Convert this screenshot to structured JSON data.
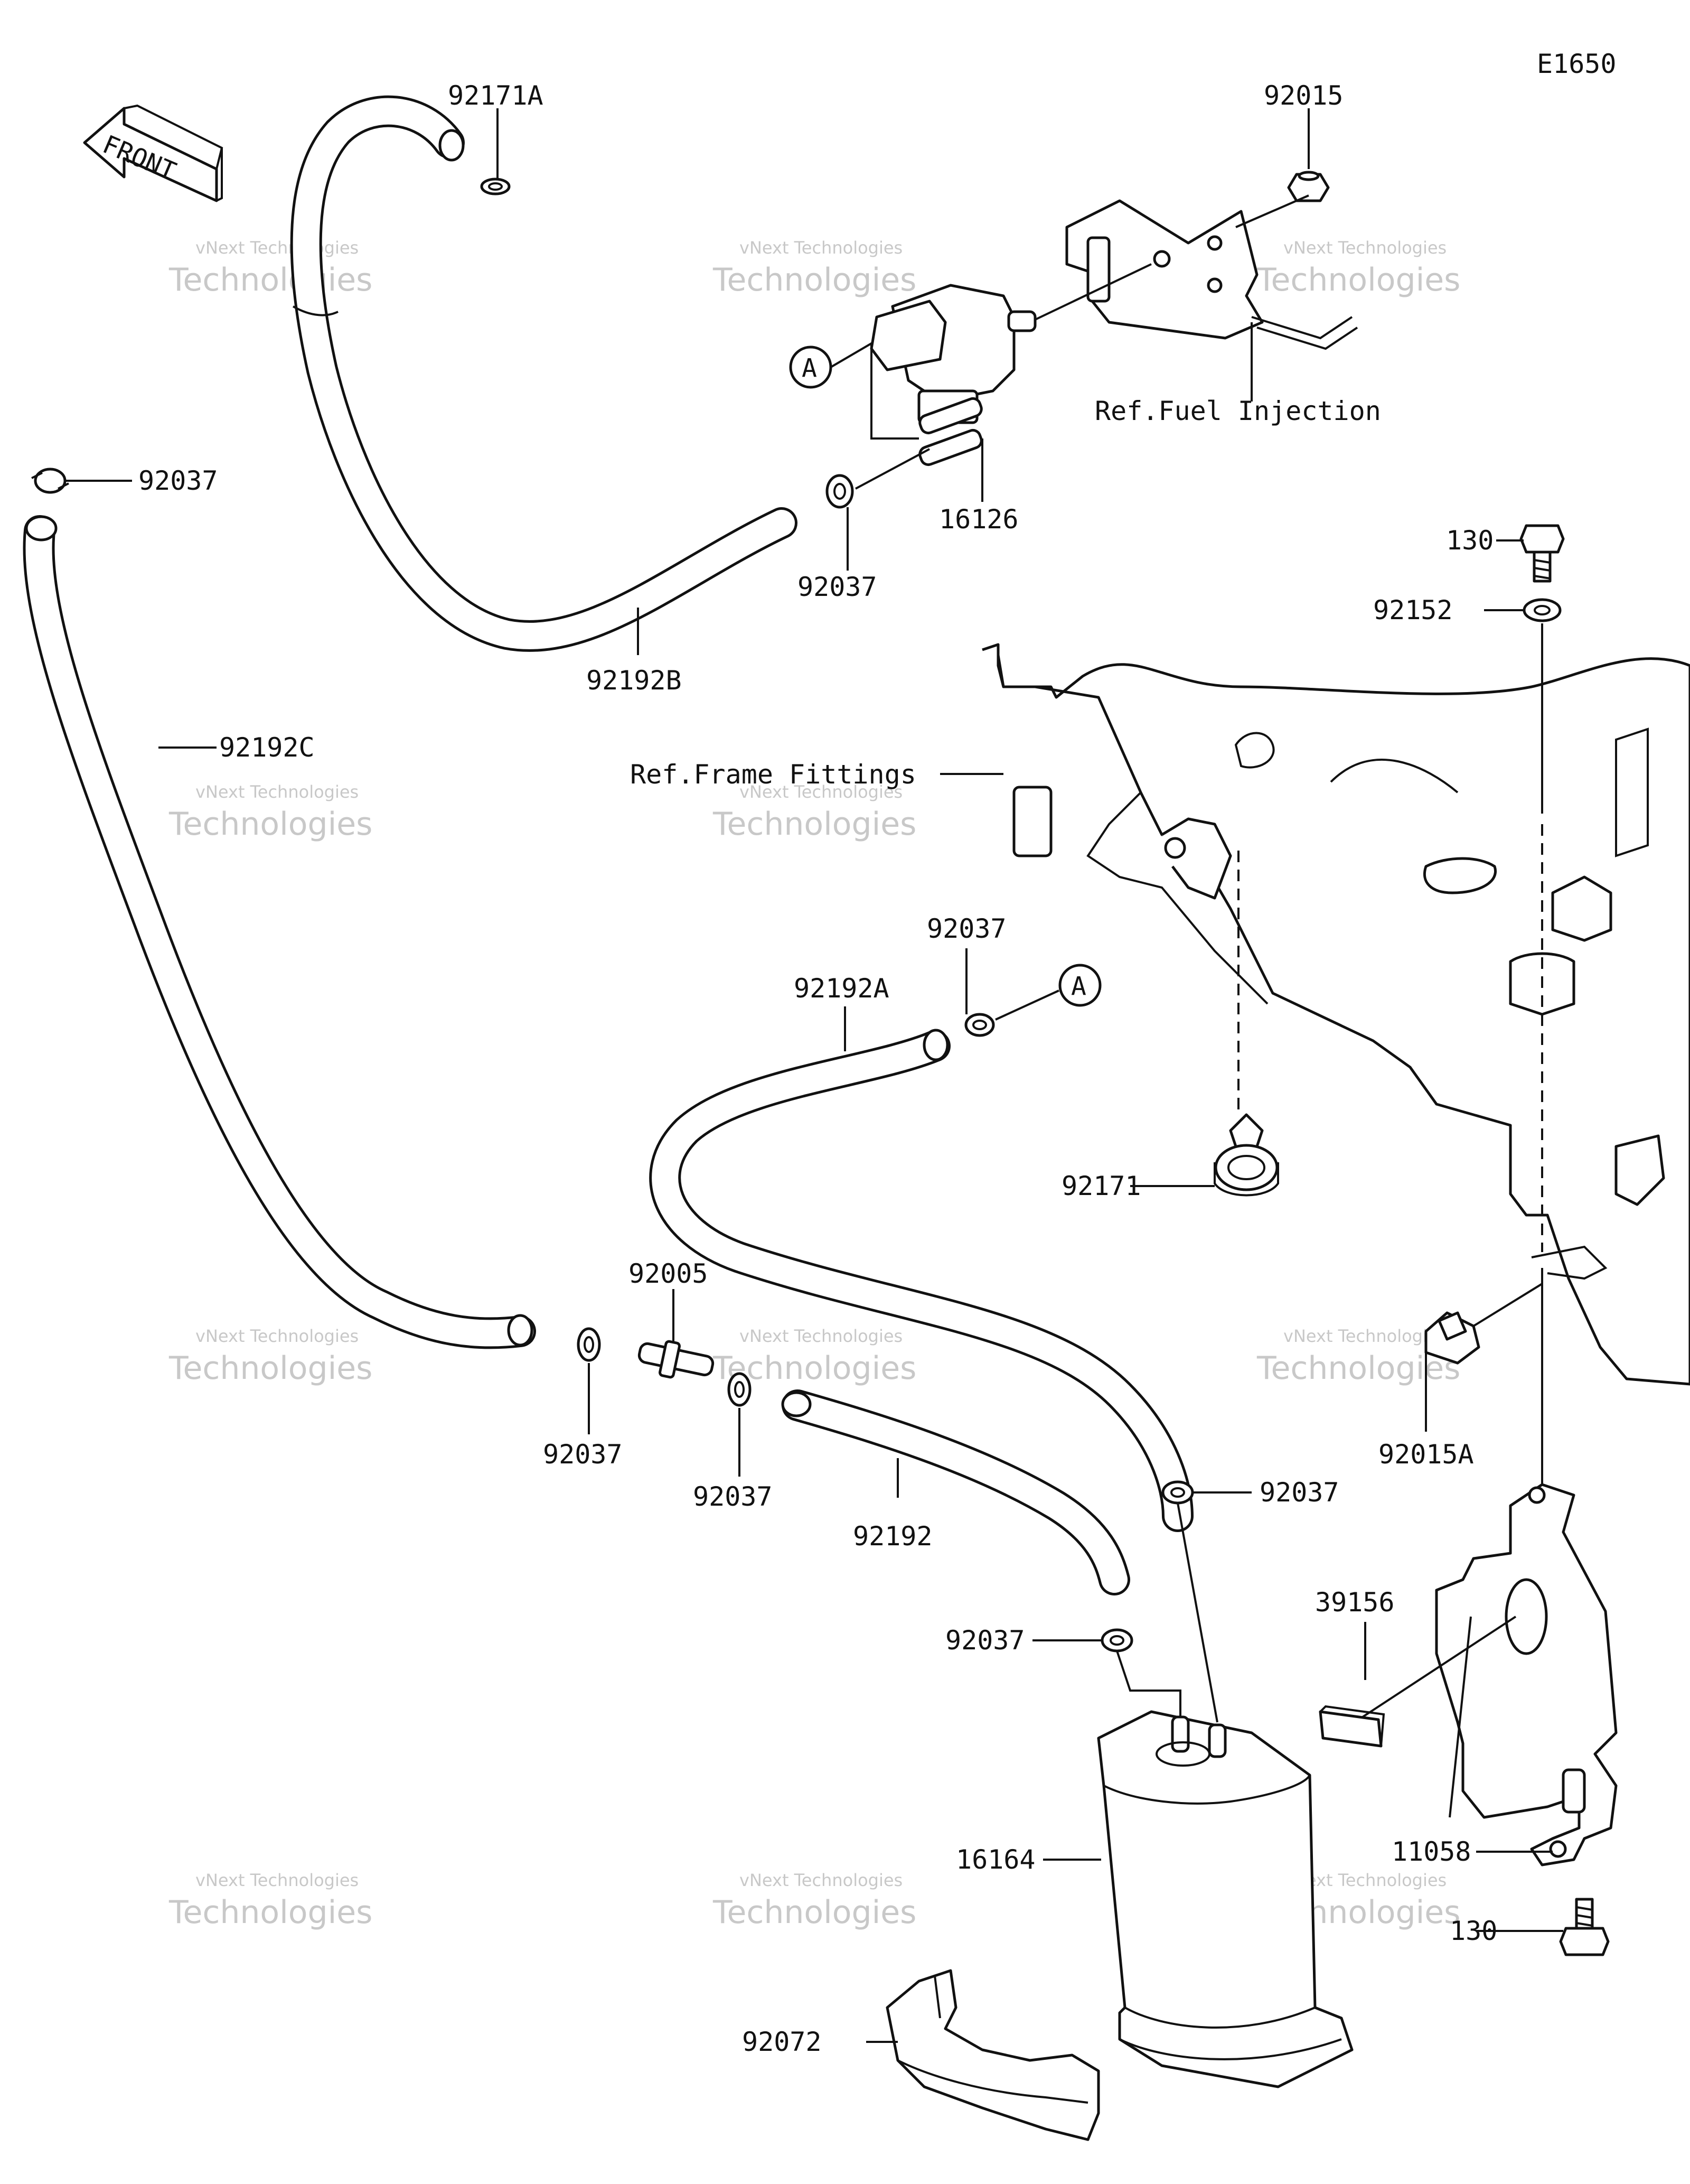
{
  "diagram_id": "E1650",
  "front_label": "FRONT",
  "callout_letter": "A",
  "watermark": {
    "line1": "vNext Technologies",
    "line2": "Technologies"
  },
  "labels": {
    "p92171A": "92171A",
    "p92015": "92015",
    "p92037_tl": "92037",
    "p92037_sol": "92037",
    "p16126": "16126",
    "ref_fuel": "Ref.Fuel Injection",
    "p92192B": "92192B",
    "p130_top": "130",
    "p92152": "92152",
    "p92192C": "92192C",
    "ref_frame": "Ref.Frame Fittings",
    "p92037_mid": "92037",
    "p92192A": "92192A",
    "p92171": "92171",
    "p92005": "92005",
    "p92037_l": "92037",
    "p92037_c": "92037",
    "p92192": "92192",
    "p92015A": "92015A",
    "p92037_r": "92037",
    "p92037_can": "92037",
    "p39156": "39156",
    "p16164": "16164",
    "p11058": "11058",
    "p130_bot": "130",
    "p92072": "92072"
  }
}
